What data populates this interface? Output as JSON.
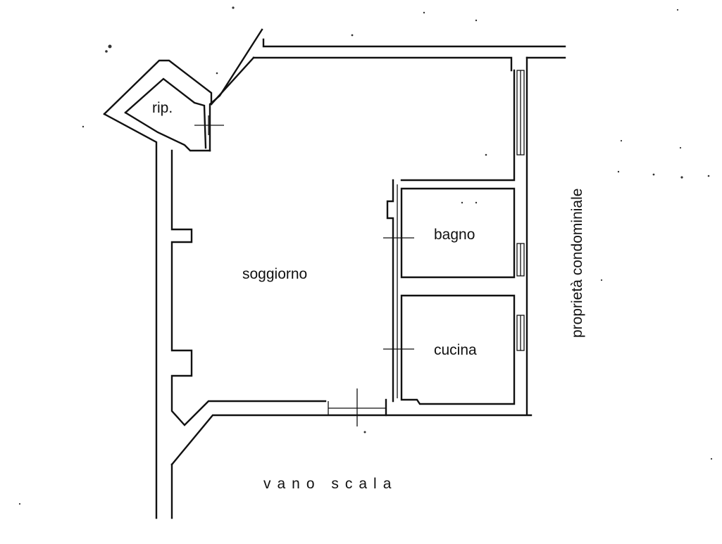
{
  "plan": {
    "rooms": {
      "rip": "rip.",
      "soggiorno": "soggiorno",
      "bagno": "bagno",
      "cucina": "cucina"
    },
    "surroundings": {
      "stairwell": "vano scala",
      "neighbor": "proprietà condominiale"
    }
  }
}
